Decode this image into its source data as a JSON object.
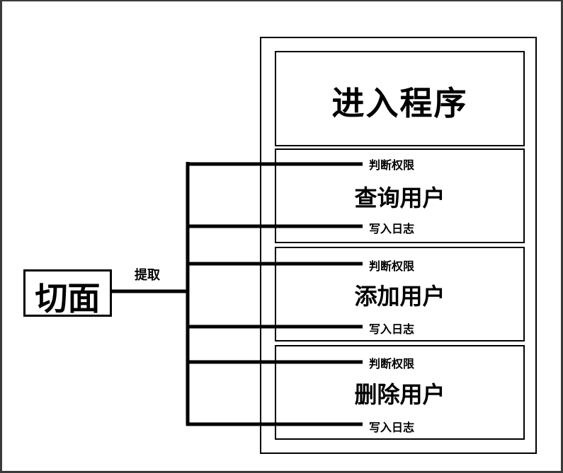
{
  "aspect": {
    "label": "切面"
  },
  "connector": {
    "label": "提取"
  },
  "program": {
    "entry": "进入程序",
    "methods": [
      {
        "name": "查询用户",
        "before": "判断权限",
        "after": "写入日志"
      },
      {
        "name": "添加用户",
        "before": "判断权限",
        "after": "写入日志"
      },
      {
        "name": "删除用户",
        "before": "判断权限",
        "after": "写入日志"
      }
    ]
  }
}
